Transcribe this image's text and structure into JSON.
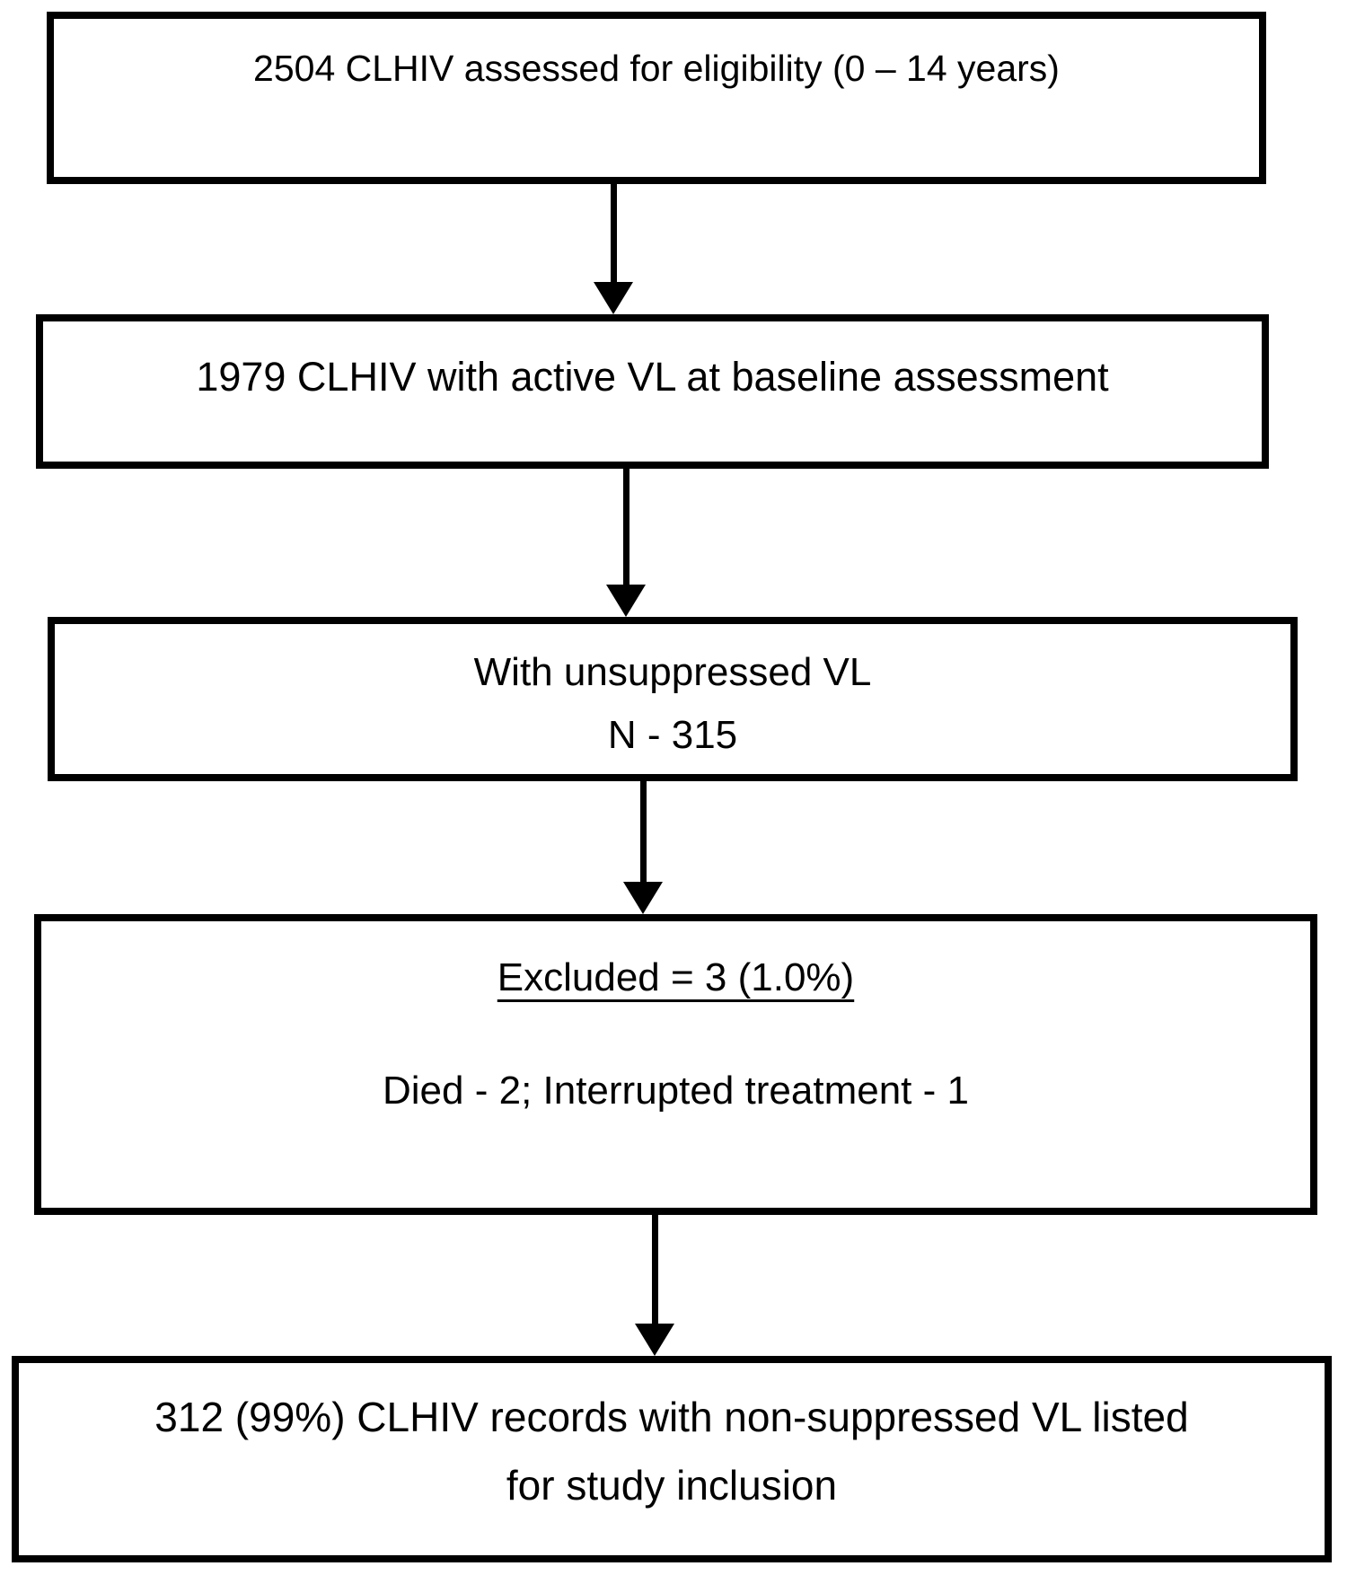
{
  "page": {
    "background_color": "#ffffff",
    "ink_color": "#000000"
  },
  "flowchart": {
    "boxes": [
      {
        "id": "assessed",
        "lines": [
          "2504 CLHIV assessed for eligibility (0 – 14 years)"
        ]
      },
      {
        "id": "active-vl",
        "lines": [
          "1979 CLHIV with active VL at baseline assessment"
        ]
      },
      {
        "id": "unsuppressed-vl",
        "lines": [
          "With unsuppressed VL",
          "N - 315"
        ]
      },
      {
        "id": "excluded",
        "heading": "Excluded = 3 (1.0%)",
        "detail": "Died - 2; Interrupted treatment - 1"
      },
      {
        "id": "included",
        "lines": [
          "312 (99%) CLHIV records with non-suppressed VL listed",
          "for study inclusion"
        ]
      }
    ],
    "arrows": [
      {
        "from": "assessed",
        "to": "active-vl"
      },
      {
        "from": "active-vl",
        "to": "unsuppressed-vl"
      },
      {
        "from": "unsuppressed-vl",
        "to": "excluded"
      },
      {
        "from": "excluded",
        "to": "included"
      }
    ]
  }
}
